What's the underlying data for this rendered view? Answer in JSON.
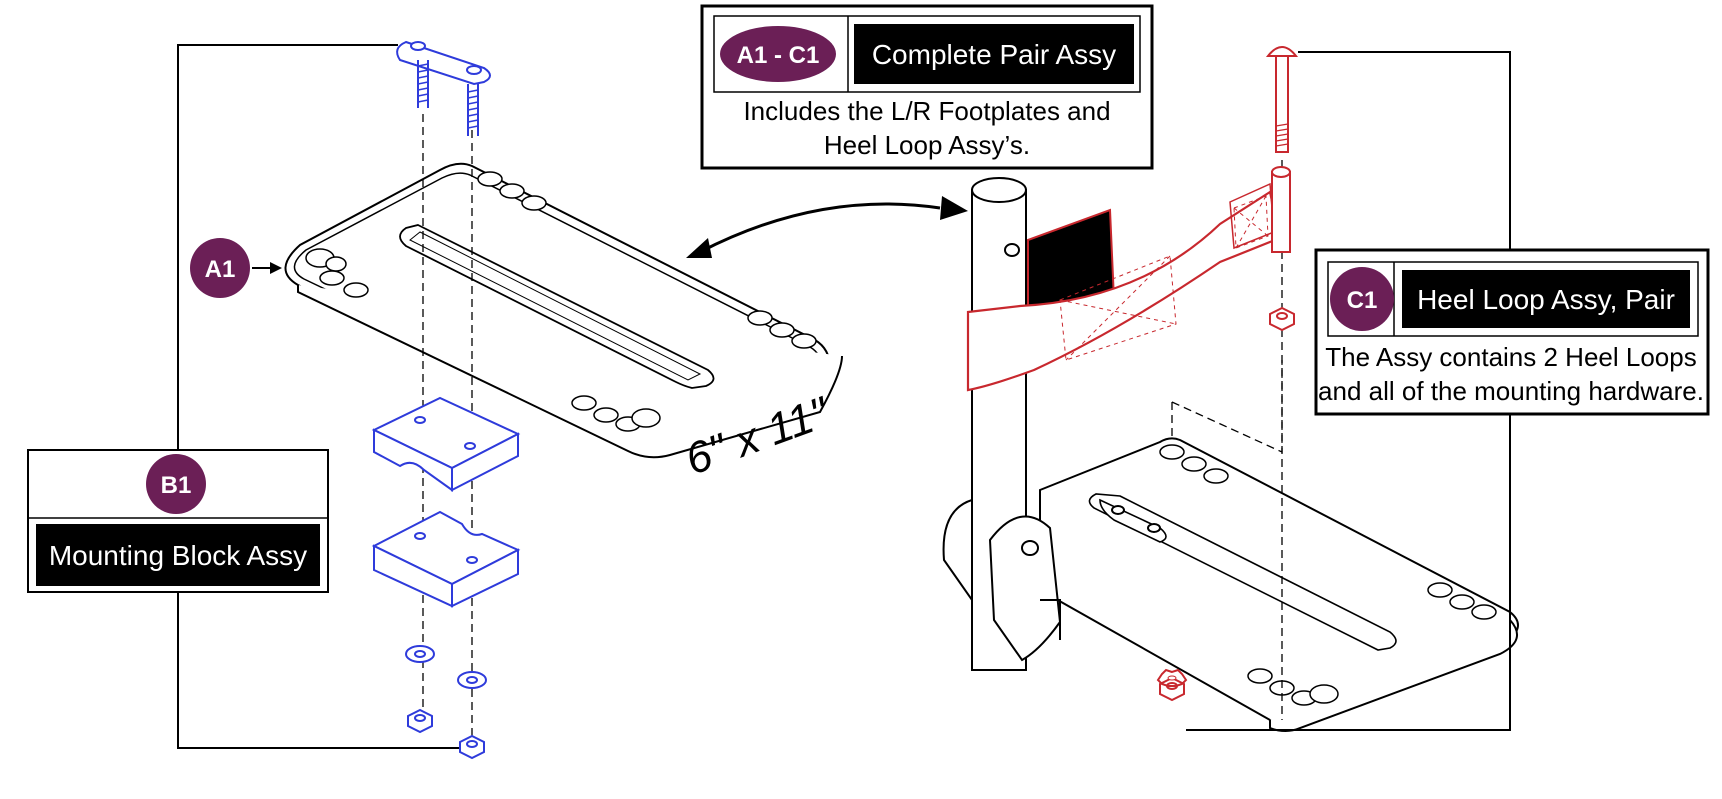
{
  "callouts": {
    "a1c1": {
      "badge": "A1 - C1",
      "title": "Complete Pair Assy",
      "desc_line1": "Includes the L/R Footplates and",
      "desc_line2": "Heel Loop Assy’s."
    },
    "c1": {
      "badge": "C1",
      "title": "Heel Loop Assy, Pair",
      "desc_line1": "The Assy contains 2 Heel Loops",
      "desc_line2": "and all of the mounting hardware."
    },
    "b1": {
      "badge": "B1",
      "title": "Mounting Block Assy"
    },
    "a1": {
      "badge": "A1"
    }
  },
  "dimension_label": "6\" x 11\"",
  "colors": {
    "badge": "#6b1f56",
    "hardware_blue": "#2e3bdb",
    "hardware_red": "#c8282e",
    "line": "#000000"
  }
}
